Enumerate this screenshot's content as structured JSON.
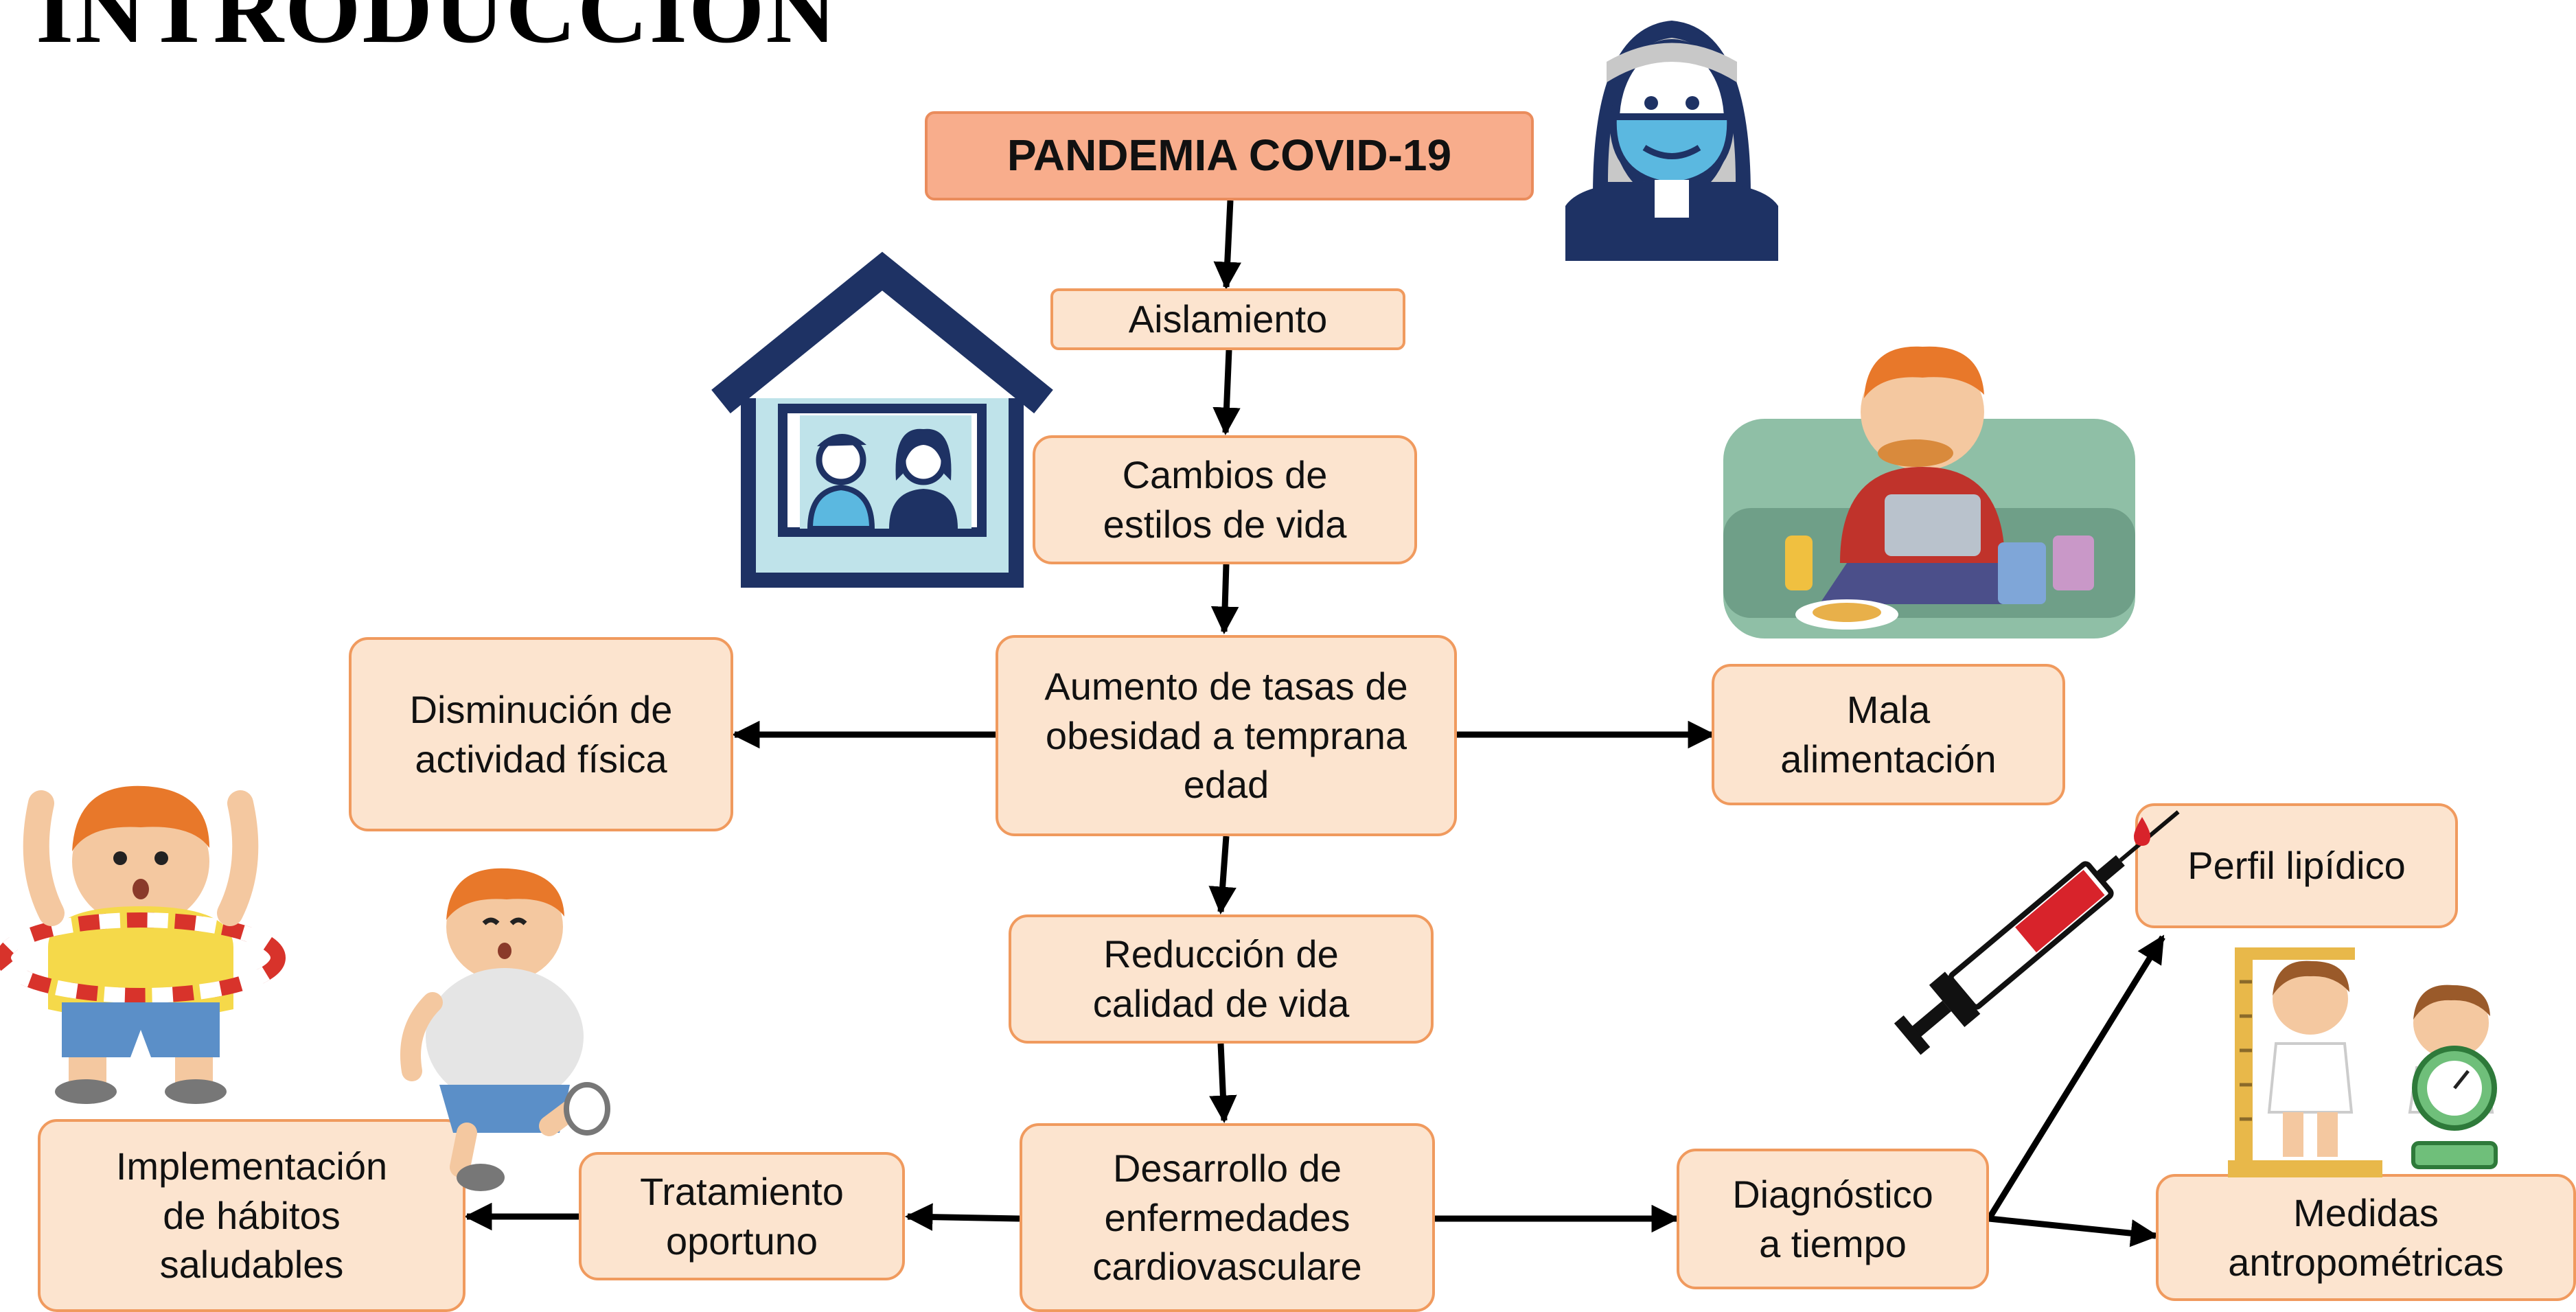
{
  "title": "INTRODUCCIÓN",
  "colors": {
    "node_fill": "#fce4cf",
    "node_border": "#f09a5e",
    "top_fill": "#f8ad8c",
    "arrow": "#000000",
    "icon_navy": "#1e3264",
    "icon_light_blue": "#bfe3ea"
  },
  "nodes": {
    "pandemia": "PANDEMIA COVID-19",
    "aislamiento": "Aislamiento",
    "cambios": "Cambios de\nestilos de vida",
    "aumento": "Aumento de tasas de\nobesidad a temprana\nedad",
    "disminucion": "Disminución de\nactividad física",
    "mala": "Mala\nalimentación",
    "reduccion": "Reducción de\ncalidad de vida",
    "desarrollo": "Desarrollo de\nenfermedades\ncardiovasculare",
    "tratamiento": "Tratamiento\noportuno",
    "implementacion": "Implementación\nde hábitos\nsaludables",
    "diagnostico": "Diagnóstico\na tiempo",
    "perfil": "Perfil lipídico",
    "medidas": "Medidas\nantropométricas"
  },
  "illustrations": [
    "masked-woman-icon",
    "house-family-icon",
    "boy-eating-on-couch",
    "boy-hula-hoop",
    "boy-running",
    "syringe",
    "kids-height-and-scale"
  ]
}
